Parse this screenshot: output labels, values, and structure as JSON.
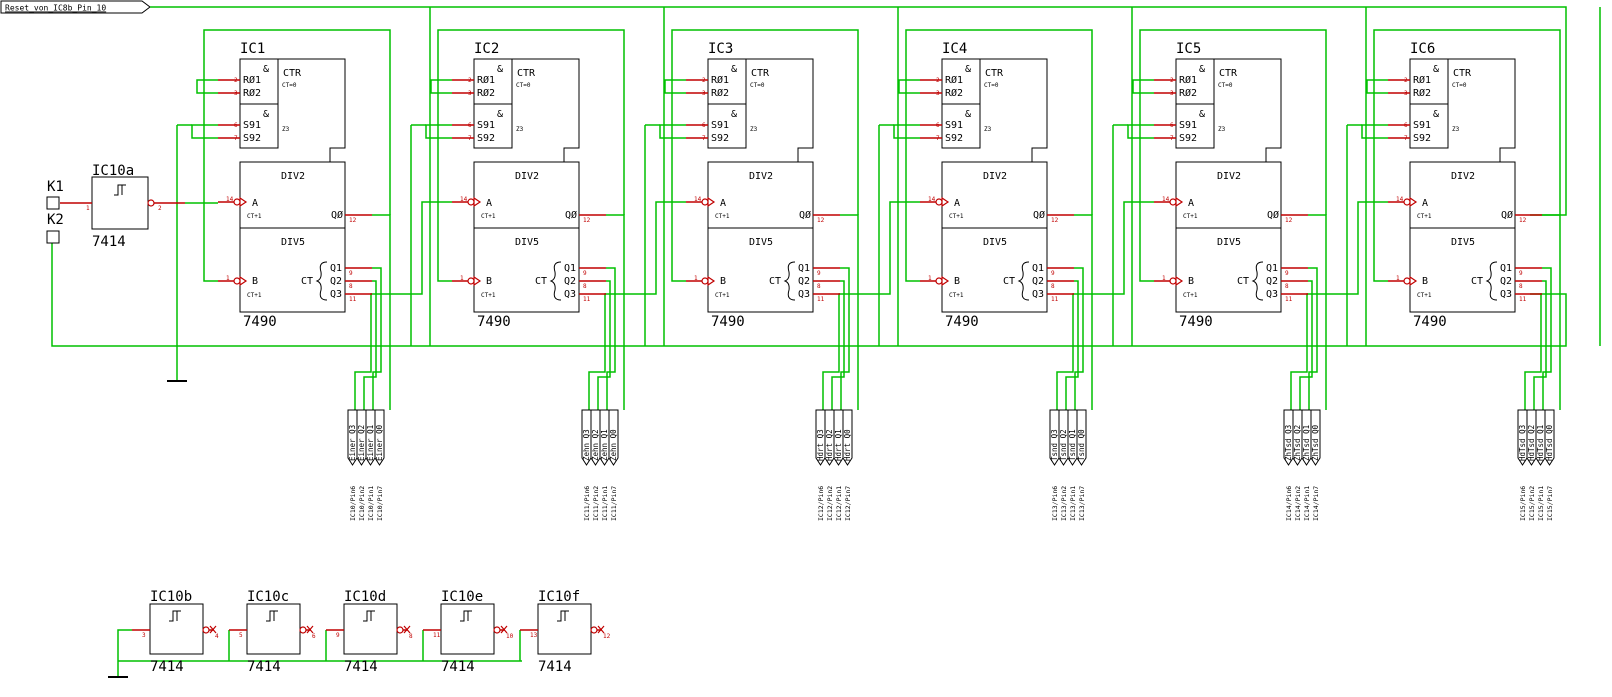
{
  "title_port": "Reset_von_IC8b_Pin_10",
  "colors": {
    "wire": "#00c000",
    "pin": "#c00000",
    "outline": "#000000",
    "background": "#ffffff"
  },
  "counter_chip_type": "7490",
  "counter_labels": {
    "func": "CTR",
    "div2": "DIV2",
    "div5": "DIV5",
    "ct": "CT",
    "r01": "RØ1",
    "r02": "RØ2",
    "s91": "S91",
    "s92": "S92",
    "a": "A",
    "b": "B",
    "q0": "QØ",
    "q1": "Q1",
    "q2": "Q2",
    "q3": "Q3",
    "amp": "&",
    "ct0": "CT=0",
    "z3": "Z3",
    "ct1": "CT+1"
  },
  "counter_pins": {
    "r01": "2",
    "r02": "3",
    "s91": "6",
    "s92": "7",
    "a": "14",
    "b": "1",
    "q0": "12",
    "q1": "9",
    "q2": "8",
    "q3": "11"
  },
  "counters": [
    {
      "name": "IC1",
      "signals": [
        "Einer_Q3",
        "Einer_Q2",
        "Einer_Q1",
        "Einer_Q0"
      ],
      "refs": [
        "IC10/Pin6",
        "IC10/Pin2",
        "IC10/Pin1",
        "IC10/Pin7"
      ]
    },
    {
      "name": "IC2",
      "signals": [
        "Zehn_Q3",
        "Zehn_Q2",
        "Zehn_Q1",
        "Zehn_Q0"
      ],
      "refs": [
        "IC11/Pin6",
        "IC11/Pin2",
        "IC11/Pin1",
        "IC11/Pin7"
      ]
    },
    {
      "name": "IC3",
      "signals": [
        "Hdrt_Q3",
        "Hdrt_Q2",
        "Hdrt_Q1",
        "Hdrt_Q0"
      ],
      "refs": [
        "IC12/Pin6",
        "IC12/Pin2",
        "IC12/Pin1",
        "IC12/Pin7"
      ]
    },
    {
      "name": "IC4",
      "signals": [
        "Tsnd_Q3",
        "Tsnd_Q2",
        "Tsnd_Q1",
        "Tsnd_Q0"
      ],
      "refs": [
        "IC13/Pin6",
        "IC13/Pin2",
        "IC13/Pin1",
        "IC13/Pin7"
      ]
    },
    {
      "name": "IC5",
      "signals": [
        "ZhTsd_Q3",
        "ZhTsd_Q2",
        "ZhTsd_Q1",
        "ZhTsd_Q0"
      ],
      "refs": [
        "IC14/Pin6",
        "IC14/Pin2",
        "IC14/Pin1",
        "IC14/Pin7"
      ]
    },
    {
      "name": "IC6",
      "signals": [
        "HdTsd_Q3",
        "HdTsd_Q2",
        "HdTsd_Q1",
        "HdTsd_Q0"
      ],
      "refs": [
        "IC15/Pin6",
        "IC15/Pin2",
        "IC15/Pin1",
        "IC15/Pin7"
      ]
    }
  ],
  "schmitt_type": "7414",
  "schmitt_main": {
    "name": "IC10a",
    "in_pin": "1",
    "out_pin": "2"
  },
  "connectors": [
    "K1",
    "K2"
  ],
  "schmitt_spares": [
    {
      "name": "IC10b",
      "in_pin": "3",
      "out_pin": "4"
    },
    {
      "name": "IC10c",
      "in_pin": "5",
      "out_pin": "6"
    },
    {
      "name": "IC10d",
      "in_pin": "9",
      "out_pin": "8"
    },
    {
      "name": "IC10e",
      "in_pin": "11",
      "out_pin": "10"
    },
    {
      "name": "IC10f",
      "in_pin": "13",
      "out_pin": "12"
    }
  ]
}
